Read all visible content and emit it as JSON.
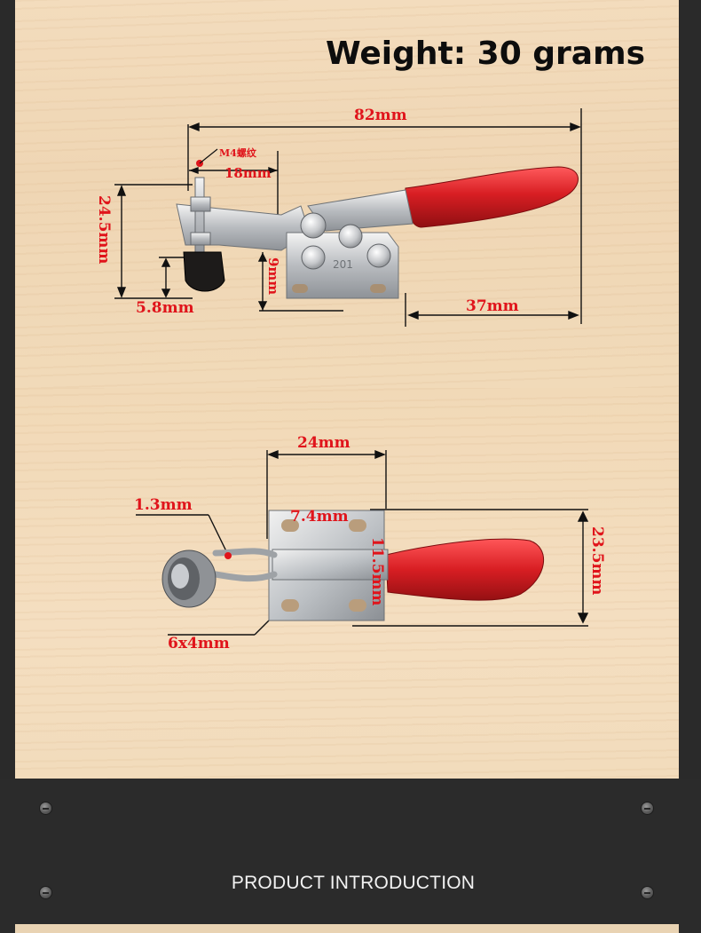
{
  "header": {
    "weight_label": "Weight: 30 grams"
  },
  "top_view": {
    "dims": {
      "total_length": "82mm",
      "thread": "M4螺纹",
      "thread_reach": "18mm",
      "height": "24.5mm",
      "spindle_gap": "5.8mm",
      "base_height": "9mm",
      "base_to_handle": "37mm"
    },
    "base_marking": "201"
  },
  "bottom_view": {
    "dims": {
      "base_width": "24mm",
      "arm_thickness": "1.3mm",
      "hole_spacing": "7.4mm",
      "hole_height": "11.5mm",
      "total_height": "23.5mm",
      "slot_size": "6x4mm"
    }
  },
  "footer": {
    "section_title": "PRODUCT INTRODUCTION"
  },
  "colors": {
    "dimension_red": "#e0141b",
    "handle_red": "#d81e23",
    "dark_band": "#2b2b2b"
  }
}
